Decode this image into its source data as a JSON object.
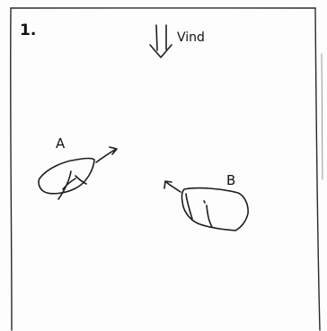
{
  "panel": {
    "number": "1.",
    "wind_label": "Vind"
  },
  "boats": [
    {
      "label": "A"
    },
    {
      "label": "B"
    }
  ],
  "colors": {
    "ink": "#1e1e1e",
    "paper": "#fdfdfd"
  }
}
